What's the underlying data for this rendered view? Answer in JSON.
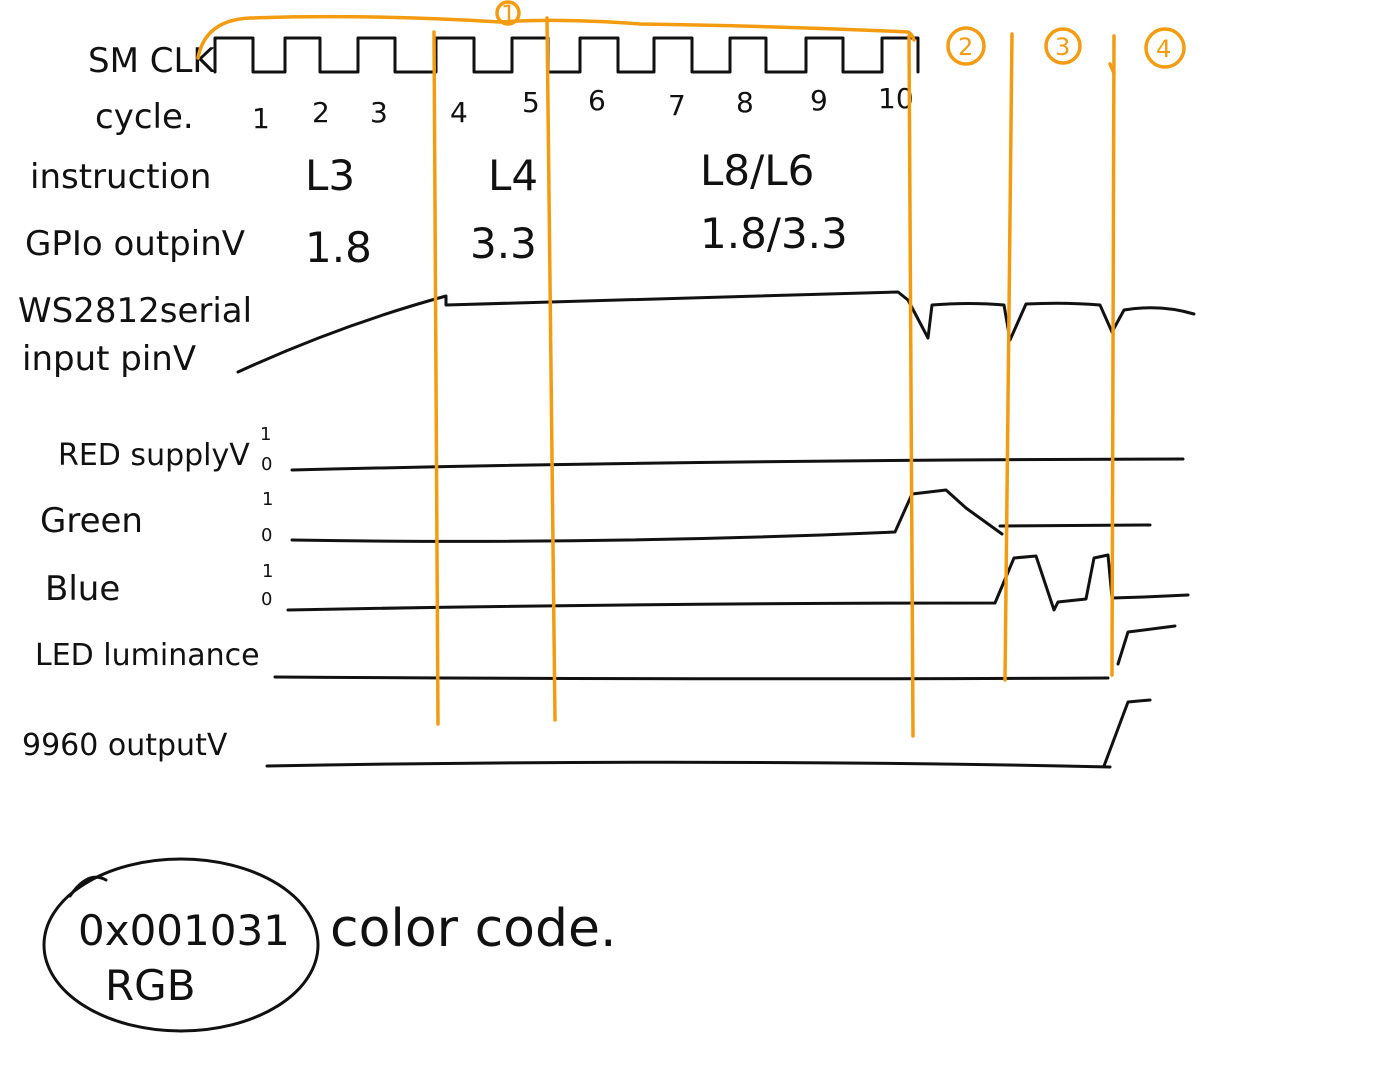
{
  "labels": {
    "smclk": "SM CLK",
    "cycle": "cycle.",
    "instruction": "instruction",
    "gpio": "GPIo outpinV",
    "ws_line1": "WS2812serial",
    "ws_line2": "input pinV",
    "red": "RED supplyV",
    "green": "Green",
    "blue": "Blue",
    "led": "LED luminance",
    "out9960": "9960 outputV"
  },
  "cycles": [
    "1",
    "2",
    "3",
    "4",
    "5",
    "6",
    "7",
    "8",
    "9",
    "10"
  ],
  "instructions": [
    "L3",
    "L4",
    "L8/L6"
  ],
  "gpio_values": [
    "1.8",
    "3.3",
    "1.8/3.3"
  ],
  "sections": [
    "1",
    "2",
    "3",
    "4"
  ],
  "scale_marks": {
    "one": "1",
    "zero": "0"
  },
  "color_code": {
    "value": "0x001031",
    "format": "RGB",
    "caption": "color code."
  },
  "colors": {
    "ink": "#111111",
    "accent": "#f39c12"
  }
}
